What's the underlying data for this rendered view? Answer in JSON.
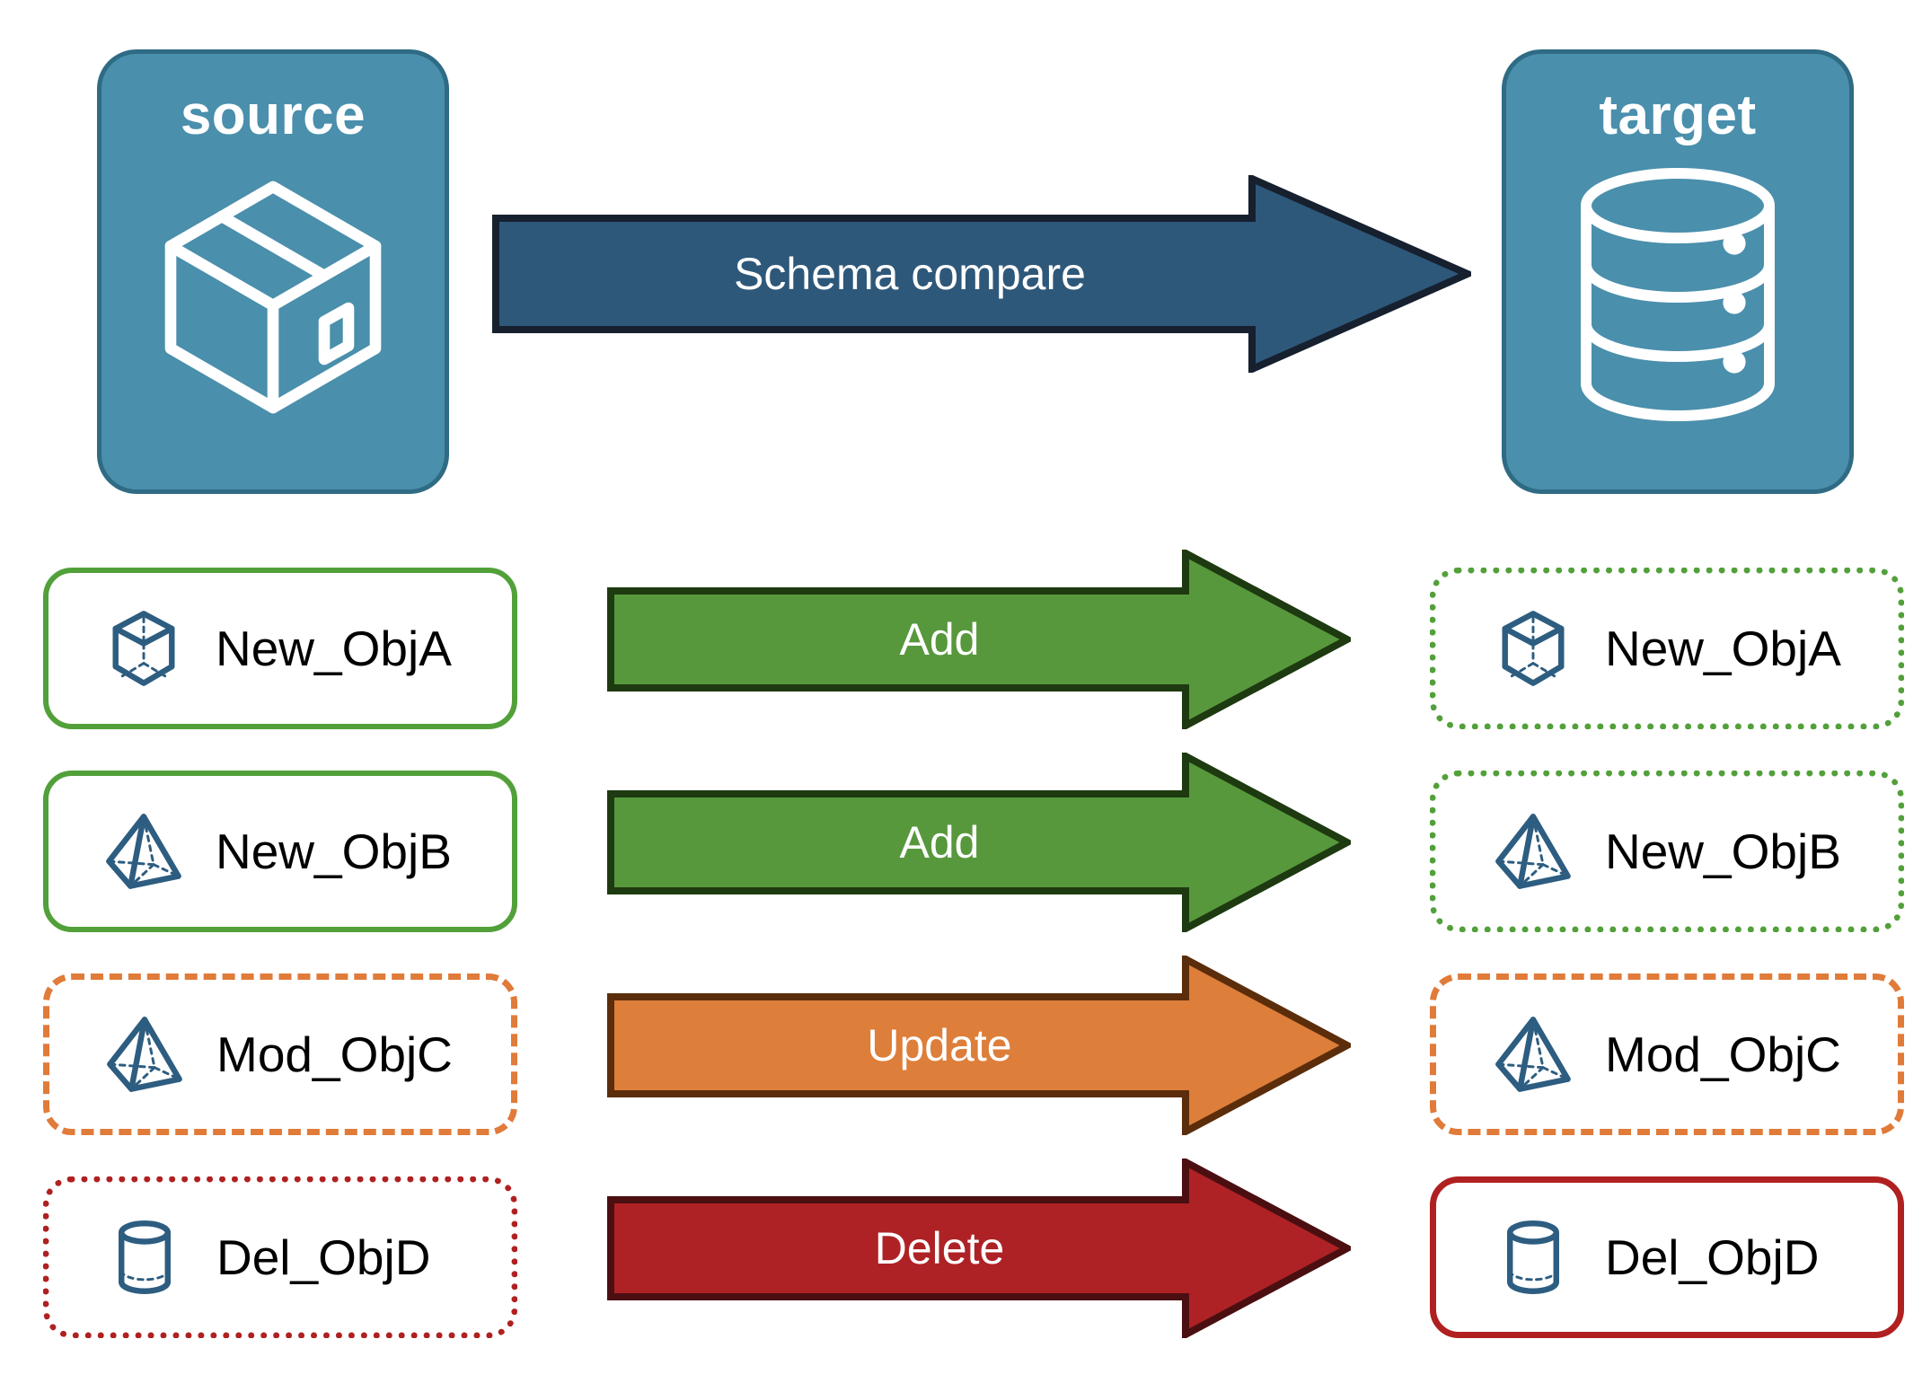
{
  "diagram": {
    "title": "Schema compare source to target",
    "background": "#ffffff"
  },
  "endpoints": {
    "source": {
      "title": "source",
      "icon": "package-box-icon",
      "fill": "#4A8FAC",
      "border": "#2F6B84"
    },
    "target": {
      "title": "target",
      "icon": "database-cylinder-icon",
      "fill": "#4A8FAC",
      "border": "#2F6B84"
    }
  },
  "main_arrow": {
    "label": "Schema compare",
    "fill": "#2E587A",
    "stroke": "#16202E",
    "direction": "right"
  },
  "rows": [
    {
      "action": "Add",
      "arrow_fill": "#57983C",
      "arrow_stroke": "#1E3A10",
      "source": {
        "label": "New_ObjA",
        "icon": "wireframe-cube-icon",
        "border_style": "solid",
        "border_color": "#52A03A"
      },
      "target": {
        "label": "New_ObjA",
        "icon": "wireframe-cube-icon",
        "border_style": "dotted",
        "border_color": "#52A03A"
      }
    },
    {
      "action": "Add",
      "arrow_fill": "#57983C",
      "arrow_stroke": "#1E3A10",
      "source": {
        "label": "New_ObjB",
        "icon": "wireframe-pyramid-icon",
        "border_style": "solid",
        "border_color": "#52A03A"
      },
      "target": {
        "label": "New_ObjB",
        "icon": "wireframe-pyramid-icon",
        "border_style": "dotted",
        "border_color": "#52A03A"
      }
    },
    {
      "action": "Update",
      "arrow_fill": "#DD7E3A",
      "arrow_stroke": "#5B2D0B",
      "source": {
        "label": "Mod_ObjC",
        "icon": "wireframe-pyramid-icon",
        "border_style": "dashed",
        "border_color": "#E07B39"
      },
      "target": {
        "label": "Mod_ObjC",
        "icon": "wireframe-pyramid-icon",
        "border_style": "dashed",
        "border_color": "#E07B39"
      }
    },
    {
      "action": "Delete",
      "arrow_fill": "#AE2225",
      "arrow_stroke": "#4B0F11",
      "source": {
        "label": "Del_ObjD",
        "icon": "wireframe-cylinder-icon",
        "border_style": "dotted",
        "border_color": "#B02020"
      },
      "target": {
        "label": "Del_ObjD",
        "icon": "wireframe-cylinder-icon",
        "border_style": "solid",
        "border_color": "#B02020"
      }
    }
  ],
  "colors": {
    "object_icon": "#2D5D80",
    "add": "#57983C",
    "update": "#DD7E3A",
    "delete": "#AE2225",
    "endpoint": "#4A8FAC"
  }
}
